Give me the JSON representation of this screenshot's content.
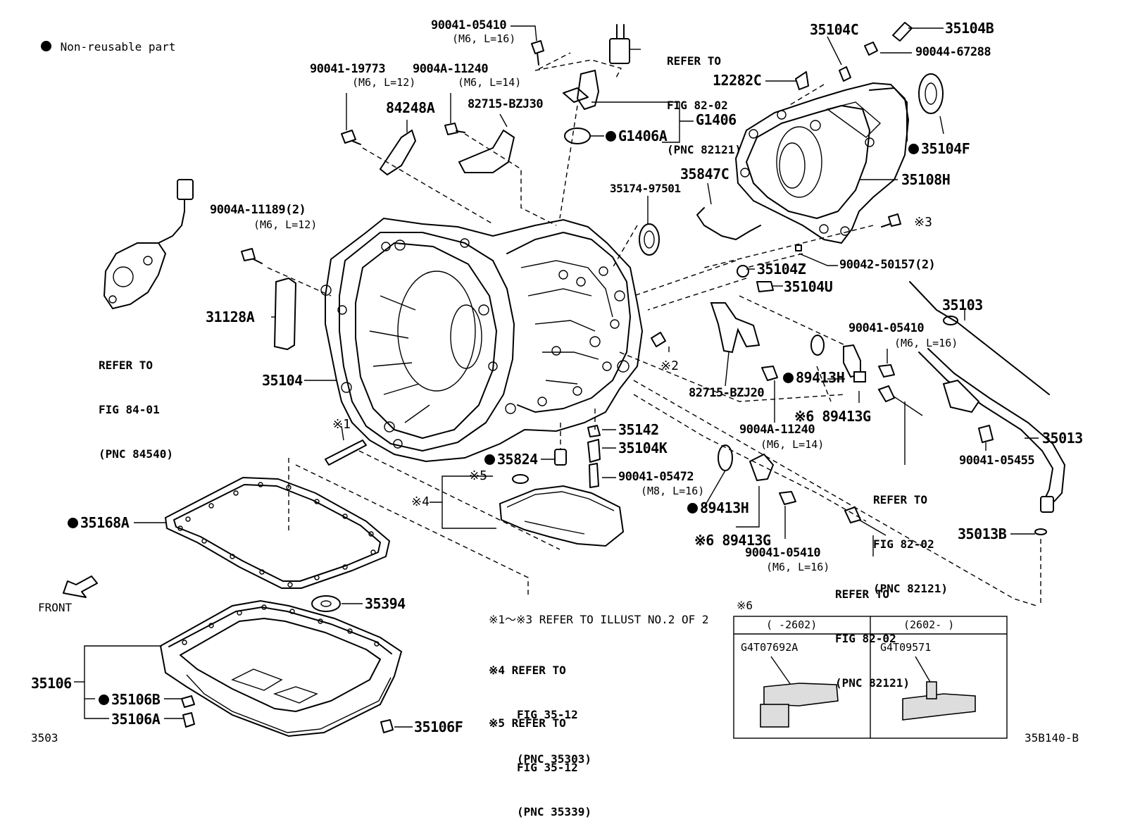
{
  "legend": {
    "text": "Non-reusable part"
  },
  "labels": {
    "p90041_05410_top": "90041-05410",
    "p90041_05410_top_spec": "(M6, L=16)",
    "refer_82121_top": [
      "REFER TO",
      "FIG 82-02",
      "(PNC 82121)"
    ],
    "p35104C": "35104C",
    "p35104B": "35104B",
    "p90044_67288": "90044-67288",
    "p90041_19773": "90041-19773",
    "p90041_19773_spec": "(M6, L=12)",
    "p9004A_11240_top": "9004A-11240",
    "p9004A_11240_top_spec": "(M6, L=14)",
    "p12282C": "12282C",
    "p84248A": "84248A",
    "p82715_BZJ30": "82715-BZJ30",
    "pG1406": "G1406",
    "pG1406A": "G1406A",
    "p35104F": "35104F",
    "p35847C": "35847C",
    "p35108H": "35108H",
    "p35174_97501": "35174-97501",
    "p9004A_11189": "9004A-11189(2)",
    "p9004A_11189_spec": "(M6, L=12)",
    "mark3": "※3",
    "p90042_50157": "90042-50157(2)",
    "p35104Z": "35104Z",
    "p35104U": "35104U",
    "refer_84540": [
      "REFER TO",
      "FIG 84-01",
      "(PNC 84540)"
    ],
    "p31128A": "31128A",
    "p35103": "35103",
    "p90041_05410_right": "90041-05410",
    "p90041_05410_right_spec": "(M6, L=16)",
    "mark2": "※2",
    "p89413H_top": "89413H",
    "p82715_BZJ20": "82715-BZJ20",
    "p89413G_top": "※6 89413G",
    "p35104": "35104",
    "p9004A_11240_mid": "9004A-11240",
    "p9004A_11240_mid_spec": "(M6, L=14)",
    "refer_82121_right": [
      "REFER TO",
      "FIG 82-02",
      "(PNC 82121)"
    ],
    "p35013": "35013",
    "mark1": "※1",
    "p35142": "35142",
    "p35104K": "35104K",
    "p90041_05455": "90041-05455",
    "p35824": "35824",
    "mark5": "※5",
    "p90041_05472": "90041-05472",
    "p90041_05472_spec": "(M8, L=16)",
    "mark4": "※4",
    "p89413H_low": "89413H",
    "p35168A": "35168A",
    "p35013B": "35013B",
    "p89413G_low": "※6 89413G",
    "p90041_05410_low": "90041-05410",
    "p90041_05410_low_spec": "(M6, L=16)",
    "refer_82121_low": [
      "REFER TO",
      "FIG 82-02",
      "(PNC 82121)"
    ],
    "front": "FRONT",
    "p35394": "35394",
    "mark6": "※6",
    "p35106": "35106",
    "p35106B": "35106B",
    "p35106A": "35106A",
    "p35106F": "35106F",
    "page_code": "3503",
    "figure_code": "35B140-B"
  },
  "notes": {
    "n13": "※1～※3 REFER TO ILLUST NO.2 OF 2",
    "n4": [
      "※4 REFER TO",
      "FIG 35-12",
      "(PNC 35303)"
    ],
    "n5": [
      "※5 REFER TO",
      "FIG 35-12",
      "(PNC 35339)"
    ]
  },
  "inset": {
    "col1_header": "(      -2602)",
    "col2_header": "(2602-     )",
    "col1_part": "G4T07692A",
    "col2_part": "G4T09571"
  },
  "non_reusable_marked": [
    "G1406A",
    "35104F",
    "89413H",
    "35824",
    "35168A",
    "35106B"
  ]
}
